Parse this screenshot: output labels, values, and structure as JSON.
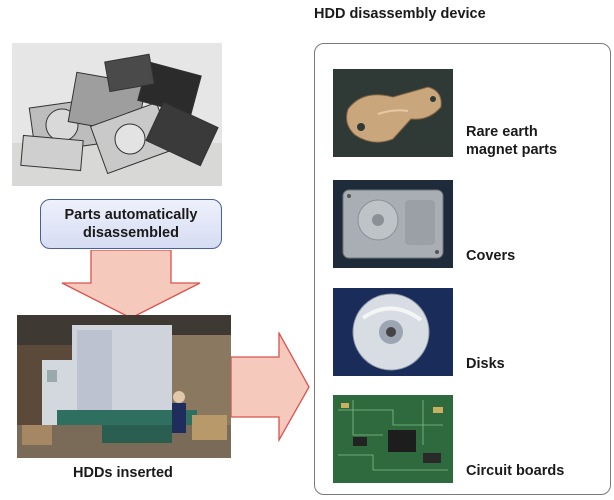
{
  "diagram": {
    "device_title": "HDD disassembly device",
    "step_label": "Parts automatically disassembled",
    "input_label": "HDDs inserted",
    "parts": [
      {
        "label": "Rare earth magnet parts"
      },
      {
        "label": "Covers"
      },
      {
        "label": "Disks"
      },
      {
        "label": "Circuit boards"
      }
    ],
    "colors": {
      "arrow_fill": "#f6c9bd",
      "arrow_stroke": "#d9534f",
      "step_border": "#4b5e9c",
      "step_fill": "#dde2f5",
      "device_border": "#7a7a7a"
    }
  }
}
